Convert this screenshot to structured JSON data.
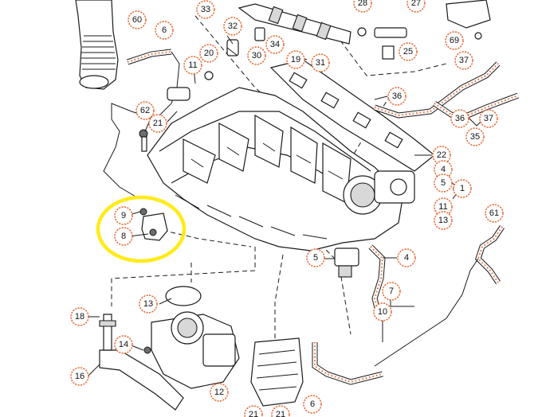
{
  "diagram": {
    "callouts": [
      "60",
      "33",
      "28",
      "27",
      "6",
      "32",
      "34",
      "20",
      "30",
      "19",
      "31",
      "11",
      "25",
      "69",
      "37",
      "62",
      "21",
      "36",
      "36",
      "37",
      "35",
      "22",
      "4",
      "5",
      "1",
      "11",
      "13",
      "9",
      "61",
      "8",
      "4",
      "5",
      "7",
      "13",
      "10",
      "18",
      "14",
      "12",
      "16",
      "6",
      "21",
      "21"
    ],
    "highlight_color": "#ffeb1a",
    "callout_color": "#e8622a",
    "line_color": "#1a1a1a"
  }
}
